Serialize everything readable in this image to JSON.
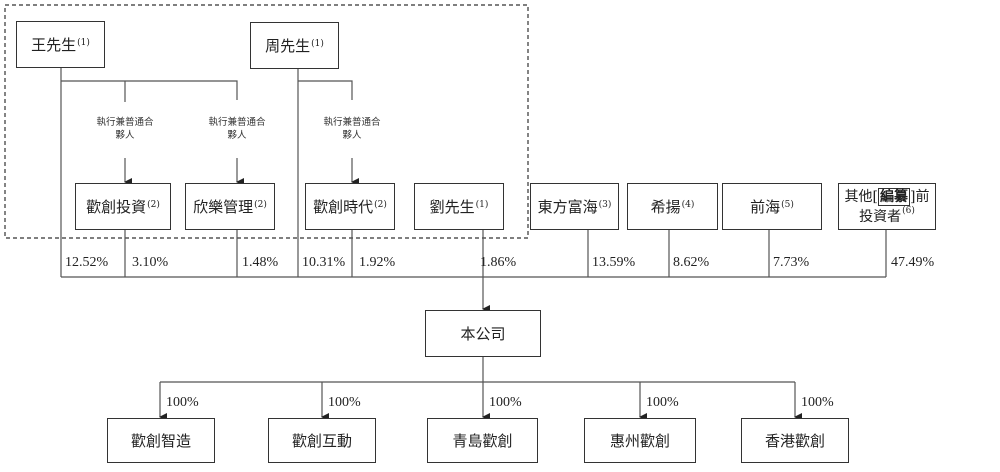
{
  "shareholders_group": {
    "wang": {
      "name": "王先生",
      "note": "(1)"
    },
    "zhou": {
      "name": "周先生",
      "note": "(1)"
    },
    "gp_label": "執行兼普通合夥人",
    "huanchuang_touzi": {
      "name": "歡創投資",
      "note": "(2)"
    },
    "xinle_guanli": {
      "name": "欣樂管理",
      "note": "(2)"
    },
    "huanchuang_shidai": {
      "name": "歡創時代",
      "note": "(2)"
    },
    "liu": {
      "name": "劉先生",
      "note": "(1)"
    }
  },
  "other_shareholders": [
    {
      "name": "東方富海",
      "note": "(3)"
    },
    {
      "name": "希揚",
      "note": "(4)"
    },
    {
      "name": "前海",
      "note": "(5)"
    },
    {
      "name_pre": "其他[",
      "name_mark": "編纂",
      "name_post": "]前投資者",
      "note": "(6)"
    }
  ],
  "percentages": [
    "12.52%",
    "3.10%",
    "1.48%",
    "10.31%",
    "1.92%",
    "1.86%",
    "13.59%",
    "8.62%",
    "7.73%",
    "47.49%"
  ],
  "company": {
    "name": "本公司"
  },
  "subsidiaries": [
    {
      "name": "歡創智造",
      "pct": "100%"
    },
    {
      "name": "歡創互動",
      "pct": "100%"
    },
    {
      "name": "青島歡創",
      "pct": "100%"
    },
    {
      "name": "惠州歡創",
      "pct": "100%"
    },
    {
      "name": "香港歡創",
      "pct": "100%"
    }
  ]
}
